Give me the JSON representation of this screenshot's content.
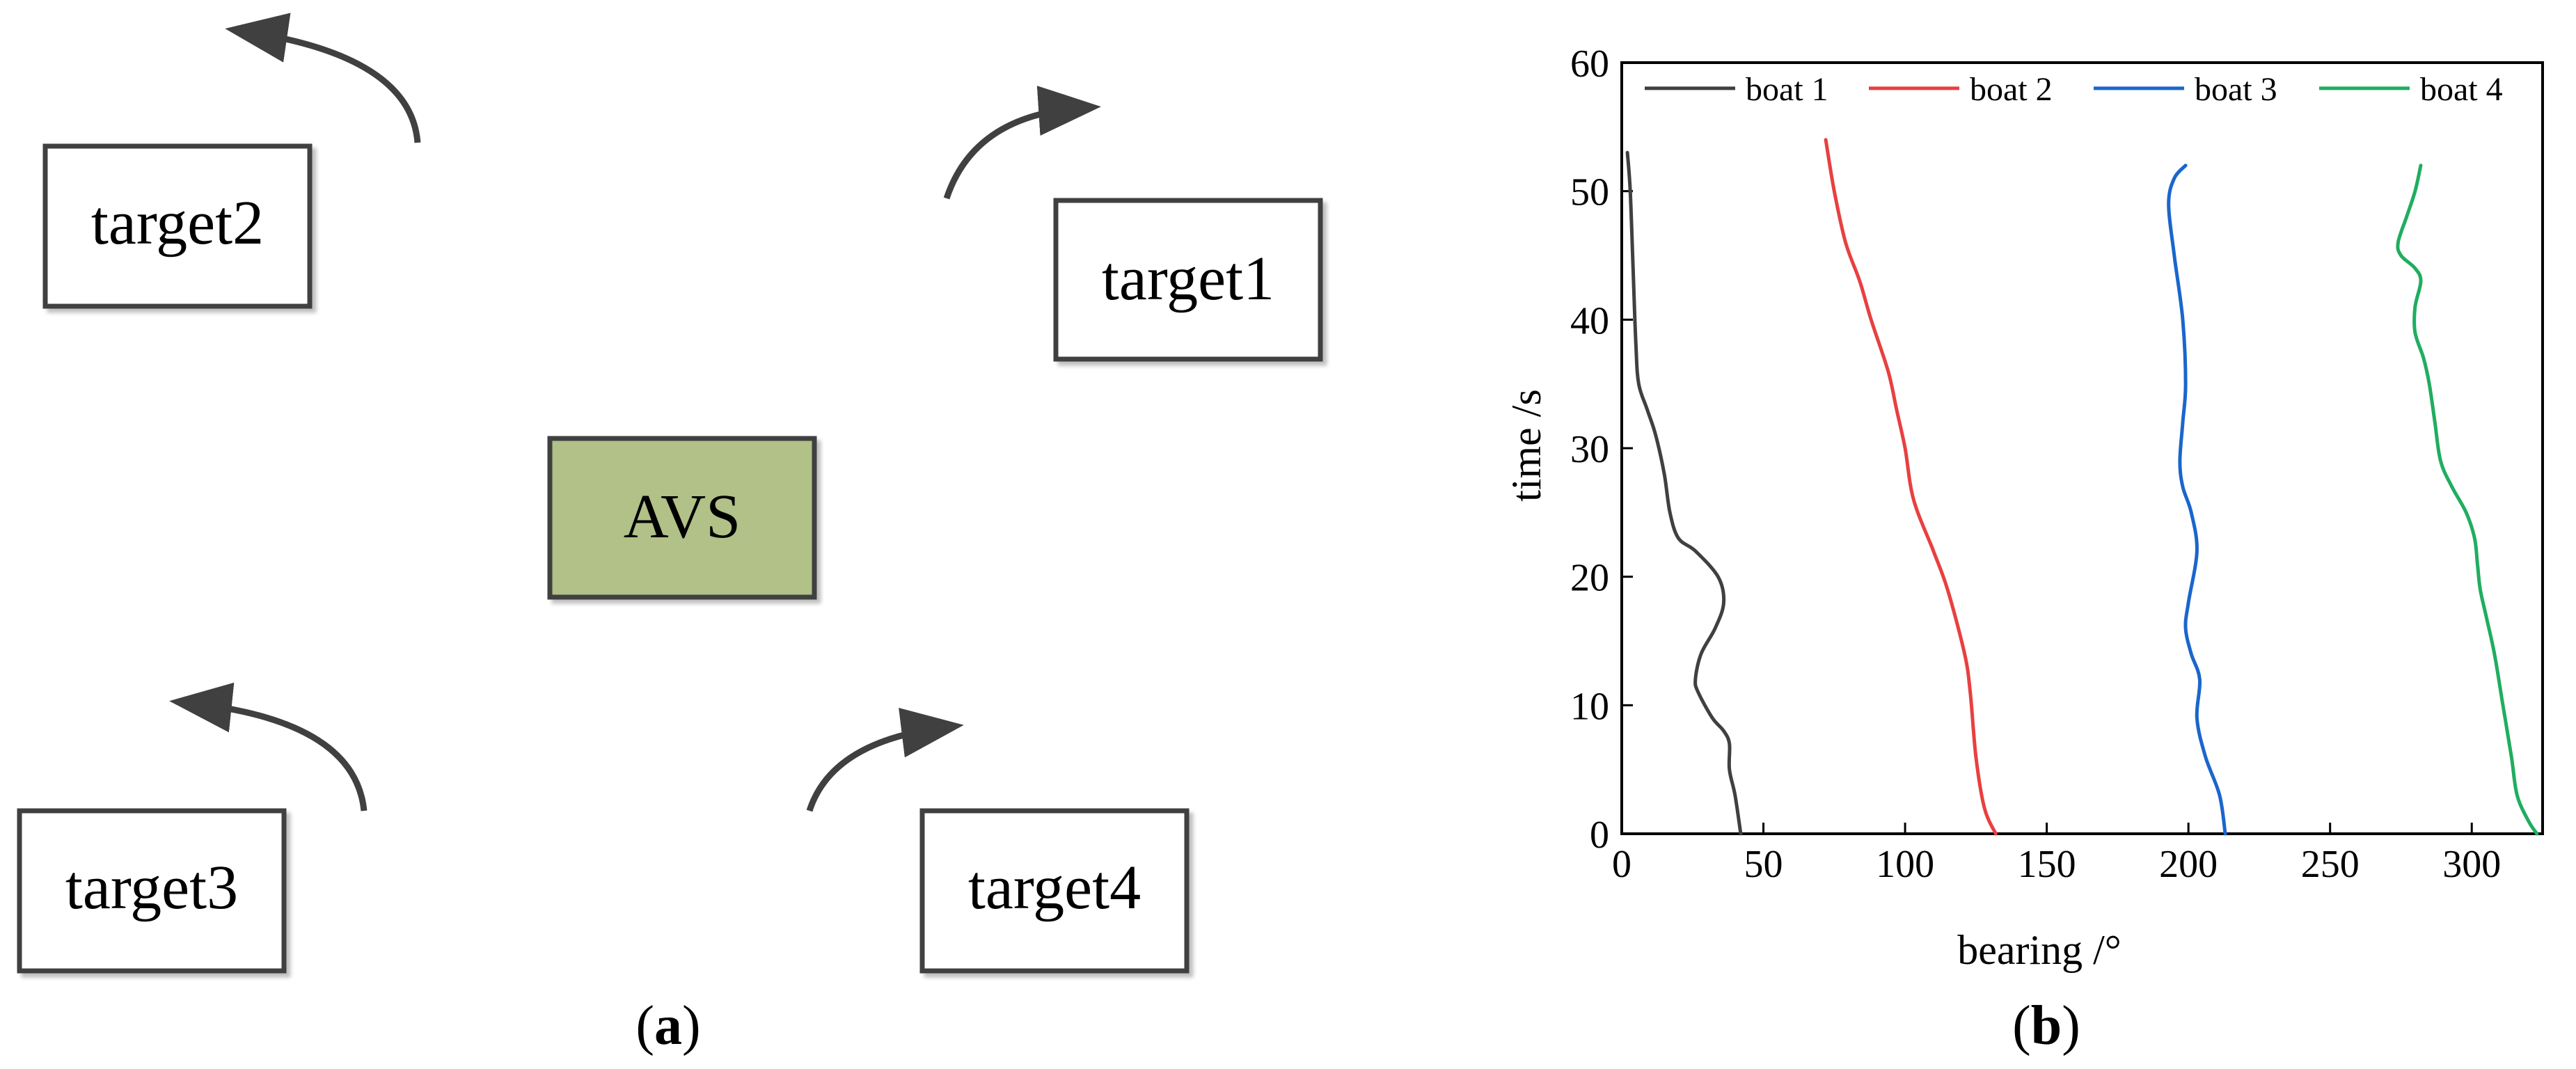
{
  "diagram": {
    "boxes": [
      {
        "id": "target2",
        "label": "target2"
      },
      {
        "id": "target1",
        "label": "target1"
      },
      {
        "id": "avs",
        "label": "AVS"
      },
      {
        "id": "target3",
        "label": "target3"
      },
      {
        "id": "target4",
        "label": "target4"
      }
    ],
    "panel_label_a": {
      "open": "(",
      "letter": "a",
      "close": ")"
    },
    "colors": {
      "avs_fill": "#b1c187",
      "box_border": "#404040",
      "arrow": "#404040"
    }
  },
  "chart_data": {
    "type": "line",
    "xlabel": "bearing /°",
    "ylabel": "time /s",
    "xlim": [
      0,
      325
    ],
    "ylim": [
      0,
      60
    ],
    "xticks": [
      "0",
      "50",
      "100",
      "150",
      "200",
      "250",
      "300"
    ],
    "yticks": [
      "0",
      "10",
      "20",
      "30",
      "40",
      "50",
      "60"
    ],
    "legend_position": "top",
    "panel_label_b": {
      "open": "(",
      "letter": "b",
      "close": ")"
    },
    "series": [
      {
        "name": "boat 1",
        "color": "#404040",
        "points": [
          [
            42,
            0
          ],
          [
            40,
            3
          ],
          [
            38,
            5
          ],
          [
            38,
            7
          ],
          [
            36,
            8
          ],
          [
            32,
            9
          ],
          [
            27,
            11
          ],
          [
            26,
            12
          ],
          [
            28,
            14
          ],
          [
            33,
            16
          ],
          [
            36,
            18
          ],
          [
            34,
            20
          ],
          [
            26,
            22
          ],
          [
            20,
            23
          ],
          [
            17,
            25
          ],
          [
            15,
            28
          ],
          [
            12,
            31
          ],
          [
            9,
            33
          ],
          [
            6,
            35
          ],
          [
            5,
            38
          ],
          [
            4,
            44
          ],
          [
            3,
            50
          ],
          [
            2,
            53
          ]
        ]
      },
      {
        "name": "boat 2",
        "color": "#e84040",
        "points": [
          [
            132,
            0
          ],
          [
            128,
            2
          ],
          [
            125,
            6
          ],
          [
            123,
            11
          ],
          [
            121,
            14
          ],
          [
            115,
            19
          ],
          [
            110,
            22
          ],
          [
            103,
            26
          ],
          [
            100,
            30
          ],
          [
            97,
            33
          ],
          [
            94,
            36
          ],
          [
            88,
            40
          ],
          [
            84,
            43
          ],
          [
            79,
            46
          ],
          [
            75,
            50
          ],
          [
            72,
            54
          ]
        ]
      },
      {
        "name": "boat 3",
        "color": "#1a66cc",
        "points": [
          [
            213,
            0
          ],
          [
            211,
            3
          ],
          [
            206,
            6
          ],
          [
            203,
            9
          ],
          [
            204,
            12
          ],
          [
            201,
            14
          ],
          [
            199,
            16
          ],
          [
            200,
            18
          ],
          [
            203,
            22
          ],
          [
            201,
            25
          ],
          [
            198,
            27
          ],
          [
            197,
            29
          ],
          [
            198,
            32
          ],
          [
            199,
            35
          ],
          [
            198,
            40
          ],
          [
            195,
            45
          ],
          [
            193,
            49
          ],
          [
            195,
            51
          ],
          [
            199,
            52
          ]
        ]
      },
      {
        "name": "boat 4",
        "color": "#20ad60",
        "points": [
          [
            323,
            0
          ],
          [
            320,
            1
          ],
          [
            316,
            3
          ],
          [
            314,
            6
          ],
          [
            311,
            10
          ],
          [
            308,
            14
          ],
          [
            305,
            17
          ],
          [
            303,
            19
          ],
          [
            302,
            21
          ],
          [
            301,
            23
          ],
          [
            298,
            25
          ],
          [
            293,
            27
          ],
          [
            289,
            29
          ],
          [
            287,
            32
          ],
          [
            285,
            35
          ],
          [
            283,
            37
          ],
          [
            280,
            39
          ],
          [
            280,
            41
          ],
          [
            282,
            43
          ],
          [
            280,
            44
          ],
          [
            275,
            45
          ],
          [
            274,
            46
          ],
          [
            277,
            48
          ],
          [
            280,
            50
          ],
          [
            282,
            52
          ]
        ]
      }
    ]
  }
}
